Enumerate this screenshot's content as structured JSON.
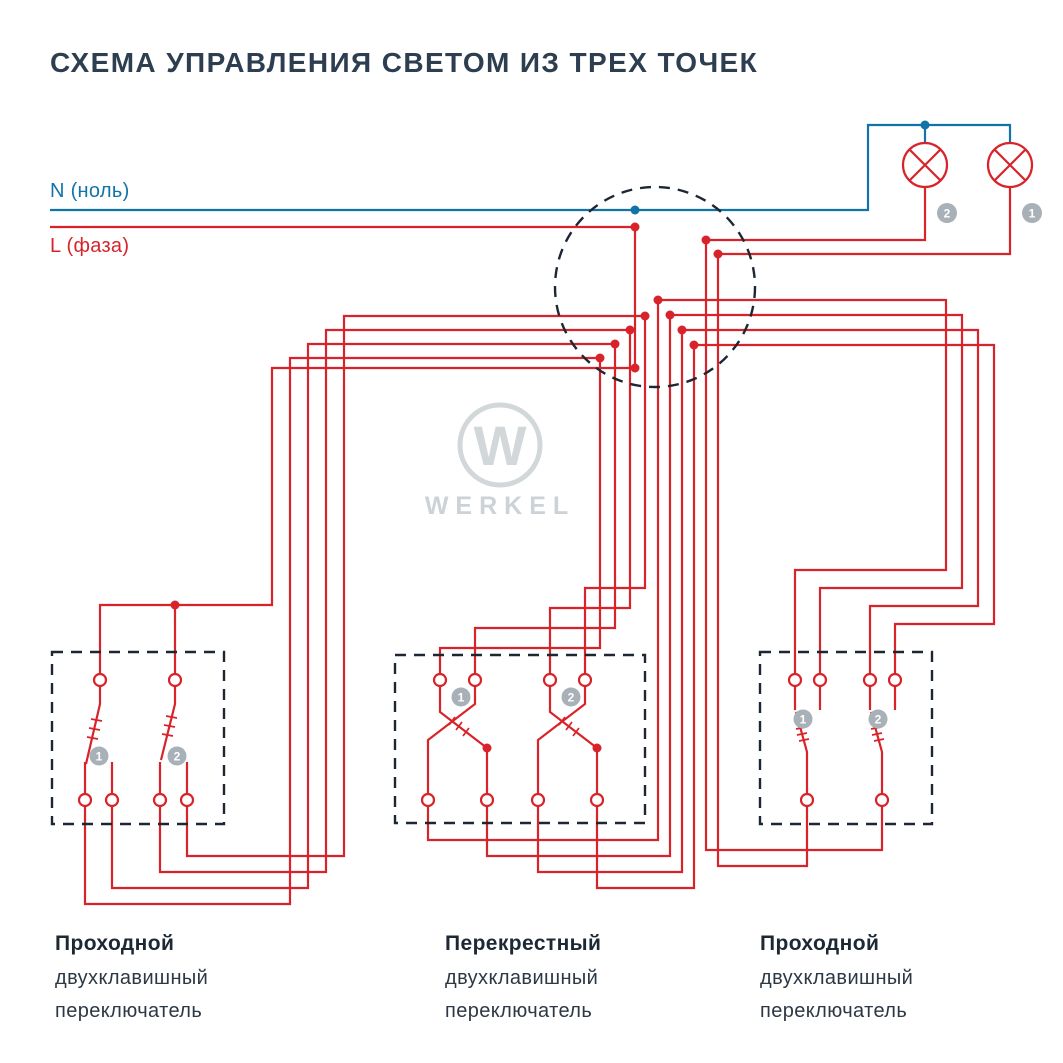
{
  "title": "СХЕМА УПРАВЛЕНИЯ СВЕТОМ ИЗ ТРЕХ ТОЧЕК",
  "power_lines": {
    "neutral_label": "N (ноль)",
    "phase_label": "L (фаза)"
  },
  "lamps": [
    {
      "number": "2"
    },
    {
      "number": "1"
    }
  ],
  "watermark": {
    "letter": "W",
    "brand": "WERKEL"
  },
  "switches": [
    {
      "line1": "Проходной",
      "line2": "двухклавишный",
      "line3": "переключатель",
      "gangs": [
        {
          "number": "1"
        },
        {
          "number": "2"
        }
      ]
    },
    {
      "line1": "Перекрестный",
      "line2": "двухклавишный",
      "line3": "переключатель",
      "gangs": [
        {
          "number": "1"
        },
        {
          "number": "2"
        }
      ]
    },
    {
      "line1": "Проходной",
      "line2": "двухклавишный",
      "line3": "переключатель",
      "gangs": [
        {
          "number": "1"
        },
        {
          "number": "2"
        }
      ]
    }
  ],
  "colors": {
    "phase_red": "#d8232a",
    "neutral_blue": "#1273a8",
    "outline_dark": "#1d2733",
    "badge_gray": "#a9b1b8",
    "watermark_gray": "#d2d7da",
    "title_text": "#2c3e50"
  }
}
